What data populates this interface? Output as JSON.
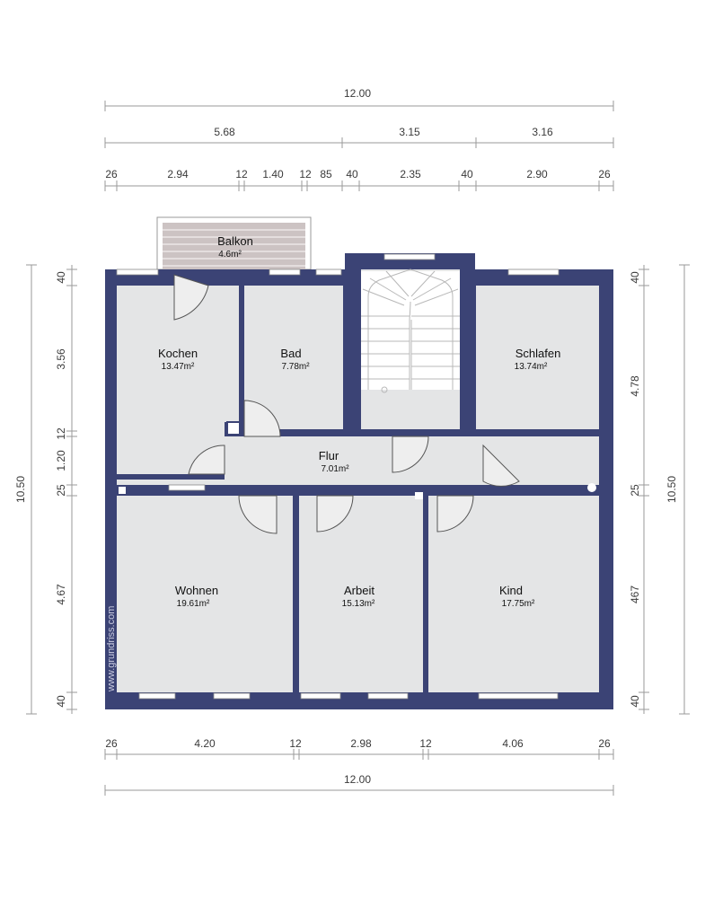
{
  "dimensions": {
    "top_total": "12.00",
    "top_mid": [
      "5.68",
      "3.15",
      "3.16"
    ],
    "top_detail": [
      "26",
      "2.94",
      "12",
      "1.40",
      "12",
      "85",
      "40",
      "2.35",
      "40",
      "2.90",
      "26"
    ],
    "bottom_detail": [
      "26",
      "4.20",
      "12",
      "2.98",
      "12",
      "4.06",
      "26"
    ],
    "bottom_total": "12.00",
    "left_detail": [
      "40",
      "3.56",
      "12",
      "1.20",
      "25",
      "4.67",
      "40"
    ],
    "left_total": "10.50",
    "right_detail": [
      "40",
      "4.78",
      "25",
      "467",
      "40"
    ],
    "right_total": "10.50"
  },
  "rooms": {
    "balkon": {
      "name": "Balkon",
      "area": "4.6m²"
    },
    "kochen": {
      "name": "Kochen",
      "area": "13.47m²"
    },
    "bad": {
      "name": "Bad",
      "area": "7.78m²"
    },
    "schlafen": {
      "name": "Schlafen",
      "area": "13.74m²"
    },
    "flur": {
      "name": "Flur",
      "area": "7.01m²"
    },
    "wohnen": {
      "name": "Wohnen",
      "area": "19.61m²"
    },
    "arbeit": {
      "name": "Arbeit",
      "area": "15.13m²"
    },
    "kind": {
      "name": "Kind",
      "area": "17.75m²"
    }
  },
  "watermark": "www.grundriss.com"
}
